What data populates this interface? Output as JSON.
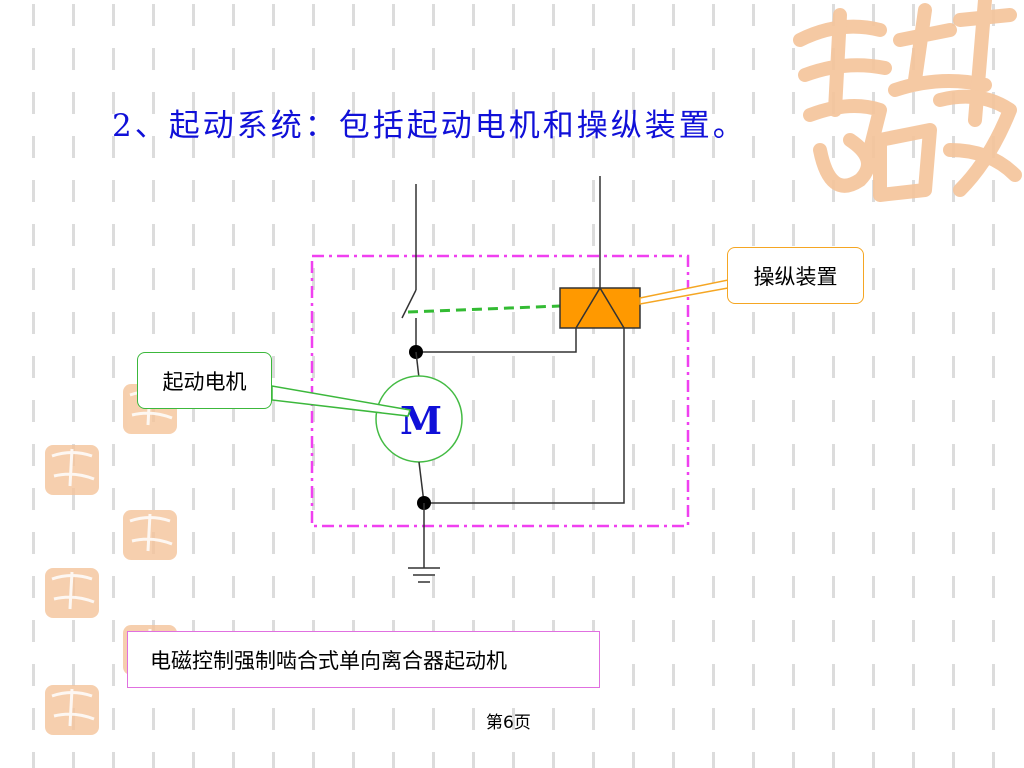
{
  "slide": {
    "title": "2、起动系统：包括起动电机和操纵装置。",
    "page_number": "第6页"
  },
  "diagram": {
    "callouts": {
      "control_device": "操纵装置",
      "starter_motor": "起动电机"
    },
    "motor_symbol": "M",
    "caption": "电磁控制强制啮合式单向离合器起动机"
  },
  "colors": {
    "title_text": "#1010d8",
    "boundary_dashdot": "#f040f0",
    "solenoid_fill": "#ff9900",
    "mechanical_link": "#33bb33",
    "motor_outline": "#44bb44",
    "callout_orange_border": "#f5a623",
    "callout_green_border": "#3cb83c",
    "caption_border": "#e070e0",
    "seal_decoration": "#f5c49a"
  }
}
